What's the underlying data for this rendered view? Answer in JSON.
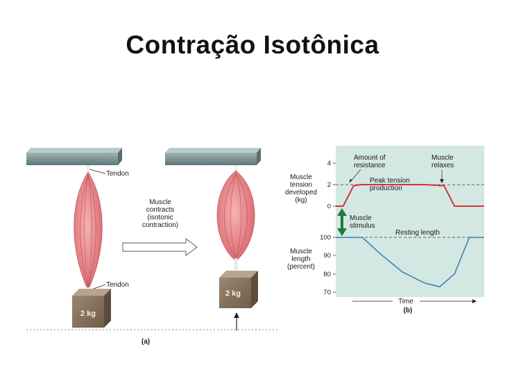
{
  "title": "Contração Isotônica",
  "panel_a": {
    "tendon_top": "Tendon",
    "tendon_bottom": "Tendon",
    "arrow_caption": [
      "Muscle",
      "contracts",
      "(isotonic",
      "contraction)"
    ],
    "weight_left": "2 kg",
    "weight_right": "2 kg",
    "panel_label": "(a)"
  },
  "panel_b": {
    "annotation_resistance": [
      "Amount of",
      "resistance"
    ],
    "annotation_relaxes": [
      "Muscle",
      "relaxes"
    ],
    "annotation_peak": [
      "Peak tension",
      "production"
    ],
    "annotation_stimulus": [
      "Muscle",
      "stimulus"
    ],
    "annotation_resting": "Resting length",
    "ylabel_top": [
      "Muscle",
      "tension",
      "developed",
      "(kg)"
    ],
    "ylabel_bottom": [
      "Muscle",
      "length",
      "(percent)"
    ],
    "ticks_top": [
      "4",
      "2",
      "0"
    ],
    "ticks_bottom": [
      "100",
      "90",
      "80",
      "70"
    ],
    "xlabel": "Time",
    "panel_label": "(b)"
  },
  "colors": {
    "chart_bg": "#d3e7e3",
    "tension_line": "#d0343a",
    "length_line": "#3f7fb4",
    "stimulus_arrow": "#1e7a3e",
    "muscle": "#e88c8f",
    "bar": "#7f9797",
    "weight": "#8c7560"
  },
  "chart_data": [
    {
      "type": "line",
      "ylabel": "Muscle tension developed (kg)",
      "yticks": [
        0,
        2,
        4
      ],
      "reference_line": 2,
      "series": [
        {
          "x": [
            0,
            0.05,
            0.12,
            0.17,
            0.6,
            0.73,
            0.8,
            1.0
          ],
          "values": [
            0,
            0,
            1.9,
            2,
            2,
            1.9,
            0,
            0
          ]
        }
      ]
    },
    {
      "type": "line",
      "ylabel": "Muscle length (percent)",
      "xlabel": "Time",
      "yticks": [
        70,
        80,
        90,
        100
      ],
      "reference_line": 100,
      "series": [
        {
          "x": [
            0,
            0.18,
            0.3,
            0.45,
            0.6,
            0.7,
            0.8,
            0.9,
            1.0
          ],
          "values": [
            100,
            100,
            91,
            81,
            75,
            73,
            80,
            100,
            100
          ]
        }
      ]
    }
  ]
}
